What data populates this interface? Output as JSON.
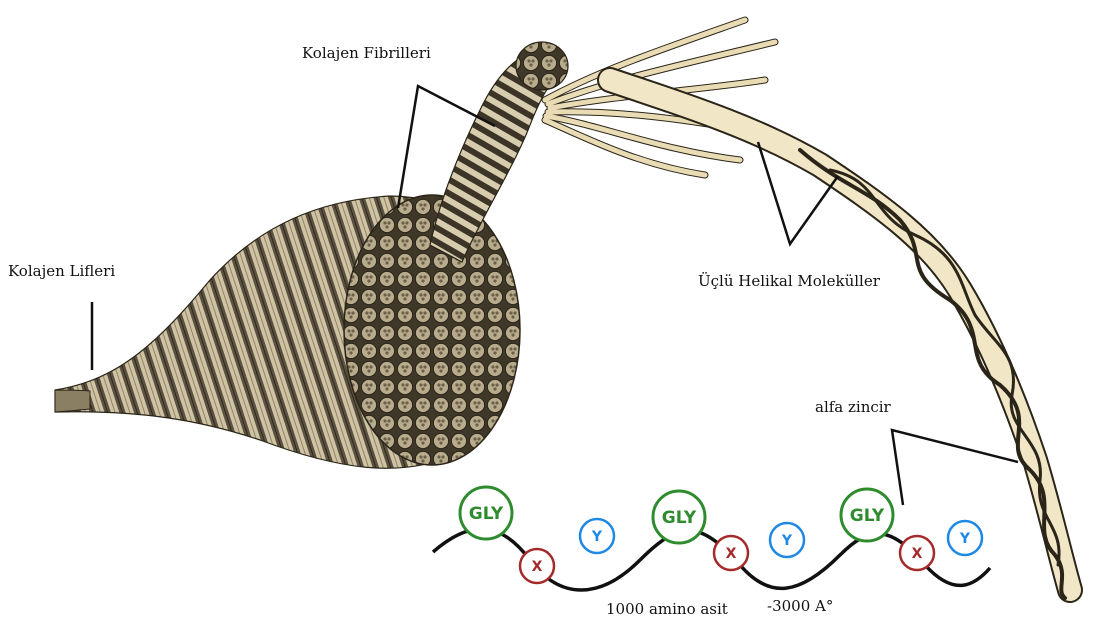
{
  "labels": {
    "fibrils": "Kolajen Fibrilleri",
    "fibers": "Kolajen Lifleri",
    "triple_helix": "Üçlü Helikal Moleküller",
    "alpha_chain": "alfa zincir",
    "amino_count": "1000 amino asit",
    "length": "-3000 A°"
  },
  "sequence": [
    {
      "code": "GLY",
      "kind": "gly"
    },
    {
      "code": "X",
      "kind": "x"
    },
    {
      "code": "Y",
      "kind": "y"
    },
    {
      "code": "GLY",
      "kind": "gly"
    },
    {
      "code": "X",
      "kind": "x"
    },
    {
      "code": "Y",
      "kind": "y"
    },
    {
      "code": "GLY",
      "kind": "gly"
    },
    {
      "code": "X",
      "kind": "x"
    },
    {
      "code": "Y",
      "kind": "y"
    }
  ],
  "colors": {
    "gly": "#2e8b2e",
    "x": "#a52a2a",
    "y": "#1e88e5",
    "fiber": "#c8bc9c",
    "fiber_dark": "#4a4233",
    "strand": "#e9dcb5"
  }
}
